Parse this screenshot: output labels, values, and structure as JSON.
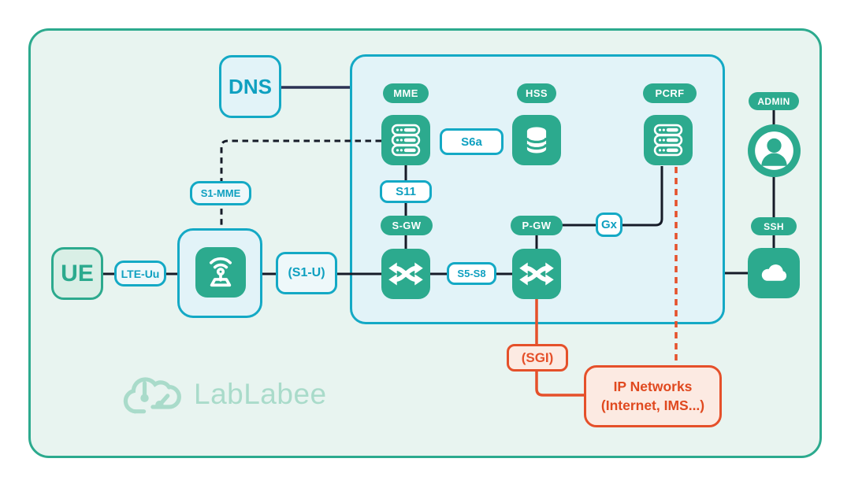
{
  "diagram_title": "LTE / EPC network architecture lab diagram",
  "colors": {
    "teal": "#2caa8e",
    "cyan_border": "#14a9c5",
    "cyan_text": "#0fa0c0",
    "orange": "#e5502a",
    "orange_fill": "#fceae2",
    "outer_fill": "#e8f4f0",
    "epc_fill": "#e2f3f8",
    "line_dark": "#161b28",
    "line_navy": "#2b3153",
    "logo_mint": "#a9dbca"
  },
  "nodes": {
    "ue": {
      "label": "UE"
    },
    "enodeb": {
      "icon": "antenna-icon"
    },
    "dns": {
      "label": "DNS"
    },
    "mme": {
      "label": "MME",
      "icon": "server-icon"
    },
    "hss": {
      "label": "HSS",
      "icon": "database-icon"
    },
    "pcrf": {
      "label": "PCRF",
      "icon": "server-icon"
    },
    "sgw": {
      "label": "S-GW",
      "icon": "switch-icon"
    },
    "pgw": {
      "label": "P-GW",
      "icon": "switch-icon"
    },
    "admin": {
      "label": "ADMIN",
      "icon": "person-icon"
    },
    "ssh": {
      "label": "SSH",
      "icon": "cloud-icon"
    },
    "ip_networks": {
      "line1": "IP Networks",
      "line2": "(Internet, IMS...)"
    }
  },
  "interfaces": {
    "lte_uu": {
      "label": "LTE-Uu"
    },
    "s1_mme": {
      "label": "S1-MME"
    },
    "s1_u": {
      "label": "(S1-U)"
    },
    "s6a": {
      "label": "S6a"
    },
    "s11": {
      "label": "S11"
    },
    "s5_s8": {
      "label": "S5-S8"
    },
    "gx": {
      "label": "Gx"
    },
    "sgi": {
      "label": "(SGI)"
    }
  },
  "connections": [
    {
      "from": "UE",
      "to": "eNodeB",
      "via": "LTE-Uu",
      "style": "solid-dark"
    },
    {
      "from": "eNodeB",
      "to": "S-GW",
      "via": "(S1-U)",
      "style": "solid-dark"
    },
    {
      "from": "eNodeB",
      "to": "MME",
      "via": "S1-MME",
      "style": "dashed-dark"
    },
    {
      "from": "DNS",
      "to": "EPC",
      "style": "solid-navy"
    },
    {
      "from": "MME",
      "to": "HSS",
      "via": "S6a",
      "style": "solid-dark"
    },
    {
      "from": "MME",
      "to": "S-GW",
      "via": "S11",
      "style": "solid-dark"
    },
    {
      "from": "S-GW",
      "to": "P-GW",
      "via": "S5-S8",
      "style": "solid-dark"
    },
    {
      "from": "P-GW",
      "to": "PCRF",
      "via": "Gx",
      "style": "solid-dark"
    },
    {
      "from": "P-GW",
      "to": "IP Networks",
      "via": "(SGI)",
      "style": "solid-orange"
    },
    {
      "from": "PCRF",
      "to": "IP Networks",
      "style": "dashed-orange"
    },
    {
      "from": "EPC",
      "to": "SSH cloud",
      "style": "solid-dark"
    },
    {
      "from": "ADMIN",
      "to": "SSH cloud",
      "via": "SSH",
      "style": "solid-dark"
    }
  ],
  "logo": {
    "text": "LabLabee"
  },
  "icons": {
    "server-icon": "stacked server rack rows",
    "database-icon": "database cylinder",
    "switch-icon": "crossed shuffle arrows",
    "antenna-icon": "radio base-station antenna",
    "person-icon": "user avatar in circle",
    "cloud-icon": "cloud",
    "logo-cloud-icon": "cloud with circuit nodes"
  }
}
